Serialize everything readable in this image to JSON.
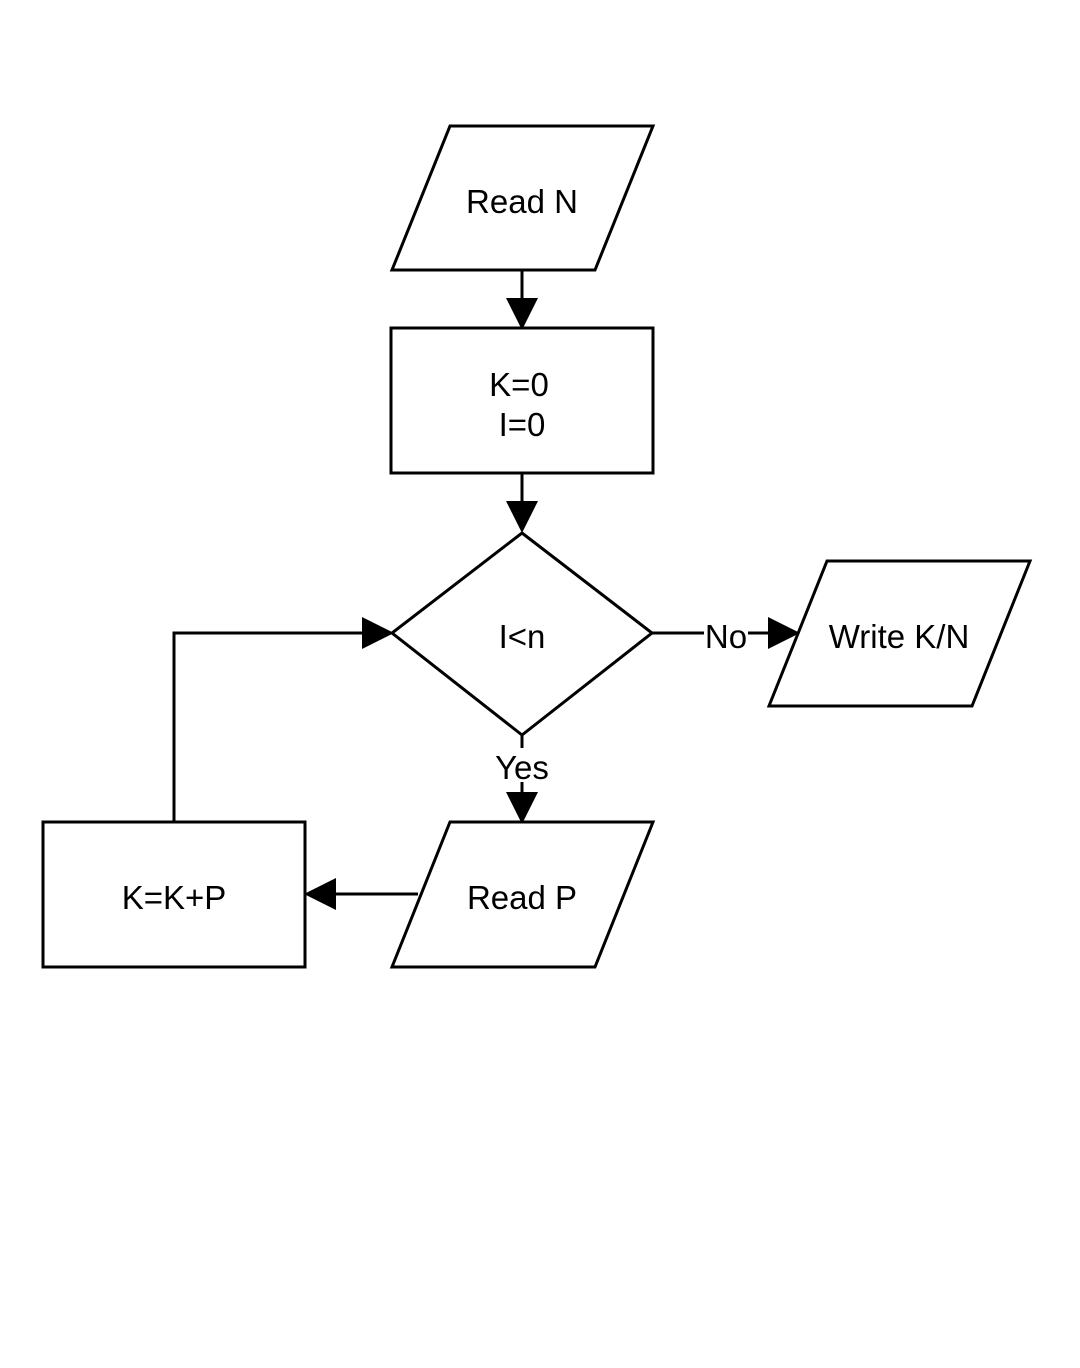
{
  "diagram": {
    "nodes": {
      "read_n": {
        "type": "input-output",
        "lines": [
          "Read N"
        ]
      },
      "init": {
        "type": "process",
        "lines": [
          "K=0",
          "I=0"
        ]
      },
      "condition": {
        "type": "decision",
        "lines": [
          "I<n"
        ]
      },
      "write": {
        "type": "input-output",
        "lines": [
          "Write K/N"
        ]
      },
      "read_p": {
        "type": "input-output",
        "lines": [
          "Read P"
        ]
      },
      "accumulate": {
        "type": "process",
        "lines": [
          "K=K+P"
        ]
      }
    },
    "edges": [
      {
        "from": "read_n",
        "to": "init",
        "label": ""
      },
      {
        "from": "init",
        "to": "condition",
        "label": ""
      },
      {
        "from": "condition",
        "to": "write",
        "label": "No"
      },
      {
        "from": "condition",
        "to": "read_p",
        "label": "Yes"
      },
      {
        "from": "read_p",
        "to": "accumulate",
        "label": ""
      },
      {
        "from": "accumulate",
        "to": "condition",
        "label": ""
      }
    ],
    "colors": {
      "stroke": "#000000",
      "fill": "#ffffff",
      "text": "#000000"
    }
  }
}
